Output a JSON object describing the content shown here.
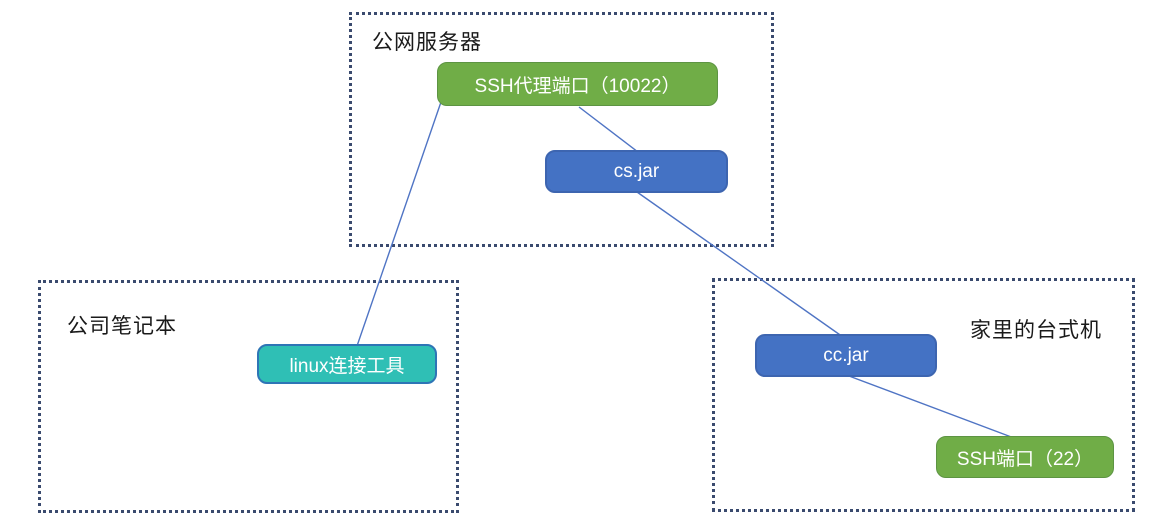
{
  "diagram": {
    "regions": [
      {
        "id": "public-server",
        "title": "公网服务器"
      },
      {
        "id": "company-laptop",
        "title": "公司笔记本"
      },
      {
        "id": "home-desktop",
        "title": "家里的台式机"
      }
    ],
    "nodes": [
      {
        "id": "ssh-proxy-port",
        "label": "SSH代理端口（10022）",
        "color": "#70ad47",
        "region": "public-server"
      },
      {
        "id": "cs-jar",
        "label": "cs.jar",
        "color": "#4472c4",
        "region": "public-server"
      },
      {
        "id": "linux-tool",
        "label": "linux连接工具",
        "color": "#2fbfb5",
        "region": "company-laptop"
      },
      {
        "id": "cc-jar",
        "label": "cc.jar",
        "color": "#4472c4",
        "region": "home-desktop"
      },
      {
        "id": "ssh-port",
        "label": "SSH端口（22）",
        "color": "#70ad47",
        "region": "home-desktop"
      }
    ],
    "connectors": [
      {
        "from": "ssh-proxy-port",
        "to": "linux-tool"
      },
      {
        "from": "ssh-proxy-port",
        "to": "cs-jar"
      },
      {
        "from": "cs-jar",
        "to": "cc-jar"
      },
      {
        "from": "cc-jar",
        "to": "ssh-port"
      }
    ],
    "colors": {
      "node_green": "#70ad47",
      "node_blue": "#4472c4",
      "node_teal": "#2fbfb5",
      "connector_line": "#4f74c4",
      "region_border": "#3a4a6e",
      "title_text": "#1a1a1a",
      "node_text": "#ffffff"
    }
  }
}
